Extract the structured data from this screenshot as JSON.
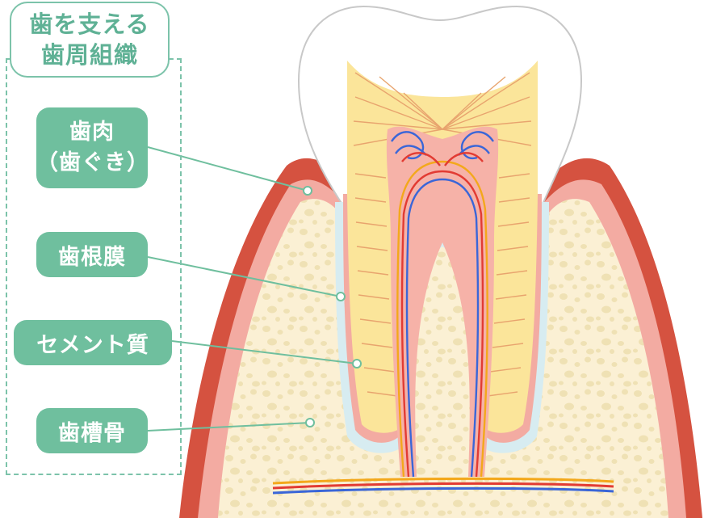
{
  "title": {
    "line1": "歯を支える",
    "line2": "歯周組織"
  },
  "labels": {
    "gum": {
      "line1": "歯肉",
      "line2": "（歯ぐき）"
    },
    "pdl": "歯根膜",
    "cementum": "セメント質",
    "bone": "歯槽骨"
  },
  "colors": {
    "accent_green": "#6fbf9e",
    "gum_outer": "#d55240",
    "gum_inner": "#f3aba2",
    "bone": "#fbf0d4",
    "bone_pores": "#efe1b4",
    "dentin": "#fbe59a",
    "pulp": "#f6b2a8",
    "cementum_rim": "#f3aba2",
    "pdl_band": "#d7ecf1",
    "artery": "#e23b33",
    "vein": "#3a66d8",
    "nerve": "#f3a81b",
    "leader": "#6fbf9e"
  }
}
